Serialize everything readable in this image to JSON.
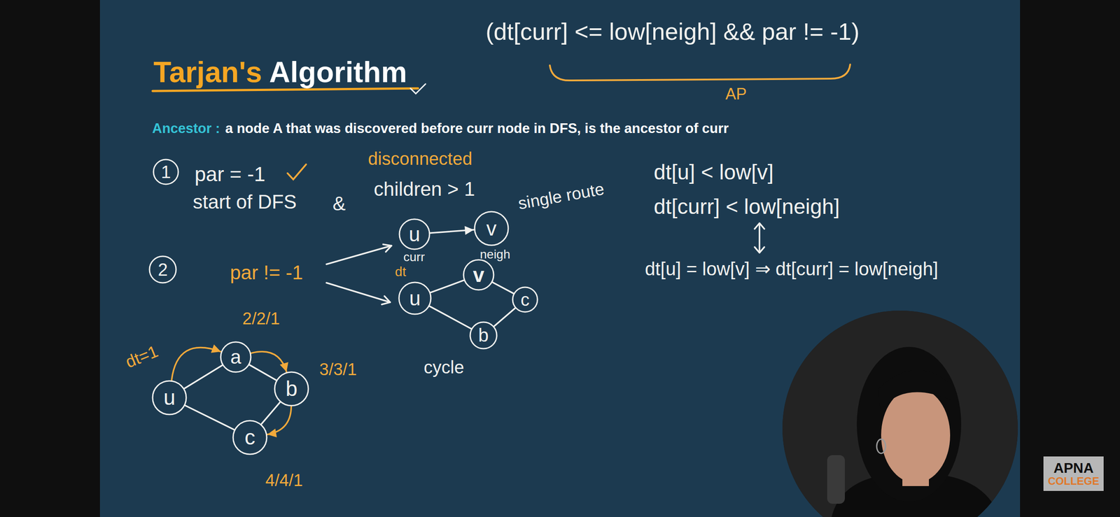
{
  "diagram": {
    "title": "Tarjan's Algorithm",
    "nodes": [
      {
        "text": [
          "1"
        ]
      },
      {
        "text": [
          "2"
        ]
      },
      {
        "text": [
          "u"
        ]
      },
      {
        "text": [
          "v"
        ]
      },
      {
        "text": [
          "u"
        ]
      },
      {
        "text": [
          "v"
        ]
      },
      {
        "text": [
          "c"
        ]
      },
      {
        "text": [
          "b"
        ]
      },
      {
        "text": [
          "u"
        ]
      },
      {
        "text": [
          "a"
        ]
      },
      {
        "text": [
          "b"
        ]
      },
      {
        "text": [
          "c"
        ]
      },
      {
        "text": [
          "APNA",
          "COLLEGE"
        ]
      }
    ],
    "edges": [
      {
        "from": 2,
        "to": 3,
        "arrow": "to"
      },
      {
        "from": 4,
        "to": 5,
        "arrow": "none"
      },
      {
        "from": 5,
        "to": 6,
        "arrow": "none"
      },
      {
        "from": 4,
        "to": 7,
        "arrow": "none"
      },
      {
        "from": 7,
        "to": 6,
        "arrow": "none"
      },
      {
        "from": 8,
        "to": 9,
        "arrow": "none"
      },
      {
        "from": 9,
        "to": 10,
        "arrow": "none"
      },
      {
        "from": 10,
        "to": 11,
        "arrow": "none"
      },
      {
        "from": 8,
        "to": 11,
        "arrow": "none"
      },
      {
        "from": 8,
        "to": 9,
        "arrow": "to"
      },
      {
        "from": 9,
        "to": 10,
        "arrow": "to"
      },
      {
        "from": 10,
        "to": 11,
        "arrow": "to"
      }
    ],
    "labels": [
      "Ancestor :",
      "a node A that was discovered before curr node in DFS, is the ancestor of curr",
      "(dt[curr] <= low[neigh] && par != -1)",
      "AP",
      "disconnected",
      "par = -1",
      "start of DFS",
      "&",
      "children > 1",
      "single route",
      "curr",
      "neigh",
      "par != -1",
      "dt",
      "cycle",
      "dt[u] < low[v]",
      "dt[curr] < low[neigh]",
      "dt[u] = low[v] ⇒ dt[curr] = low[neigh]",
      "dt=1",
      "2/2/1",
      "3/3/1",
      "4/4/1"
    ]
  }
}
